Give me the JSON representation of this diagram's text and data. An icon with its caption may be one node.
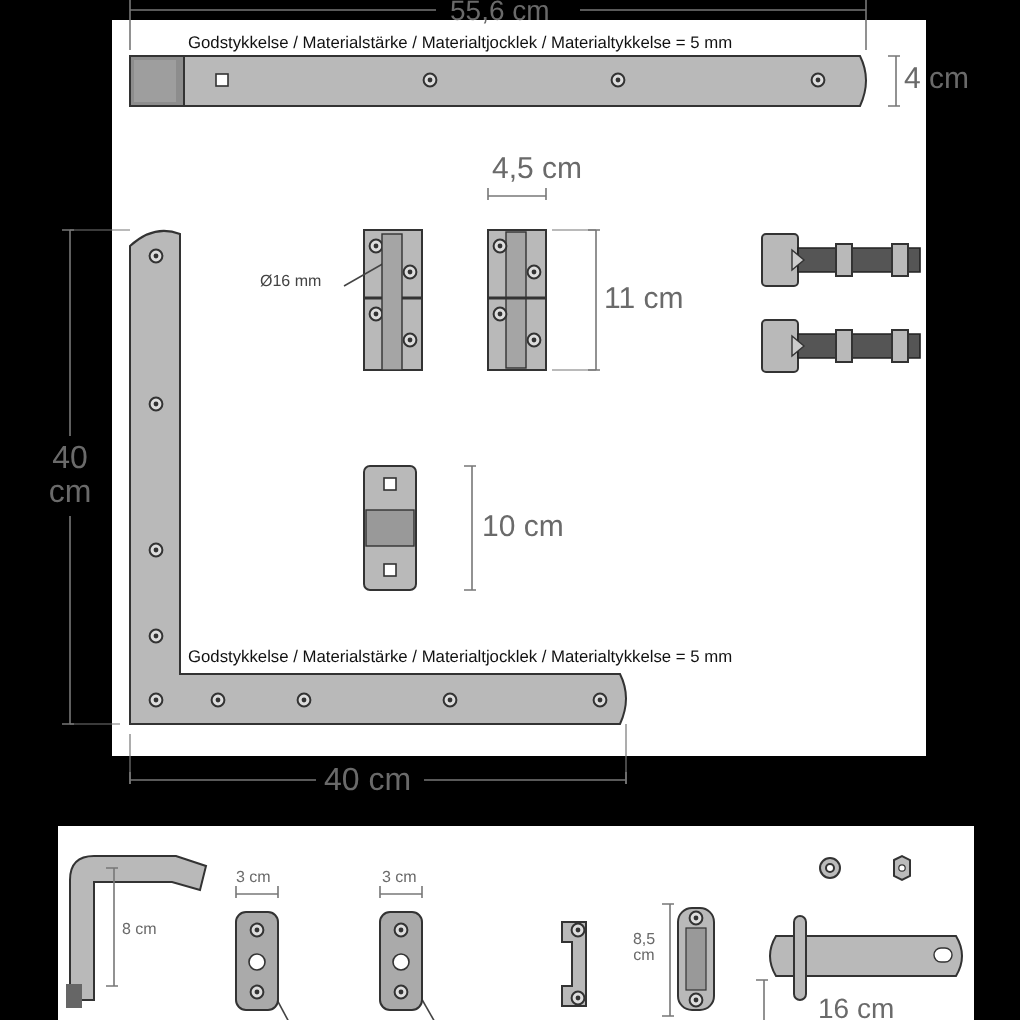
{
  "diagram": {
    "nodes": [
      {
        "text": [
          "Ø16 mm"
        ]
      },
      {
        "text": [],
        "shape": "box"
      },
      {
        "text": [],
        "shape": "picture"
      },
      {
        "text": [],
        "shape": "picture"
      }
    ],
    "edges": [
      {
        "from": 0,
        "to": 1,
        "arrow": "none"
      },
      {
        "from": 2,
        "to": null,
        "arrow": "none"
      },
      {
        "from": 3,
        "to": null,
        "arrow": "none"
      }
    ],
    "labels": [
      "55,6 cm",
      "Godstykkelse / Materialstärke / Materialtjocklek / Materialtykkelse = 5 mm",
      "4 cm",
      "4,5 cm",
      "11 cm",
      "40 cm",
      "10 cm",
      "Godstykkelse / Materialstärke / Materialtjocklek / Materialtykkelse = 5 mm",
      "40 cm",
      "8 cm",
      "3 cm",
      "3 cm",
      "8,5 cm",
      "16 cm"
    ]
  }
}
